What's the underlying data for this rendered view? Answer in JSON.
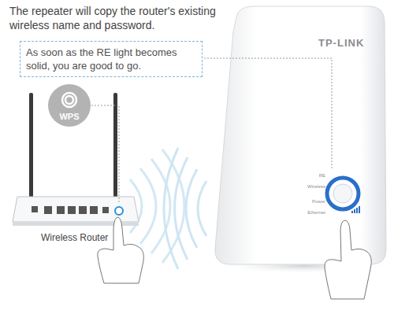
{
  "diagram": {
    "nodes": [
      {
        "text": [
          "As soon as the RE light becomes solid, you are good to go."
        ]
      },
      {
        "text": [
          "WPS"
        ]
      }
    ],
    "labels": [
      "The repeater will copy the router's existing wireless name and password.",
      "TP-LINK",
      "RE",
      "Wireless",
      "Power",
      "Ethernet",
      "Wireless Router"
    ]
  }
}
